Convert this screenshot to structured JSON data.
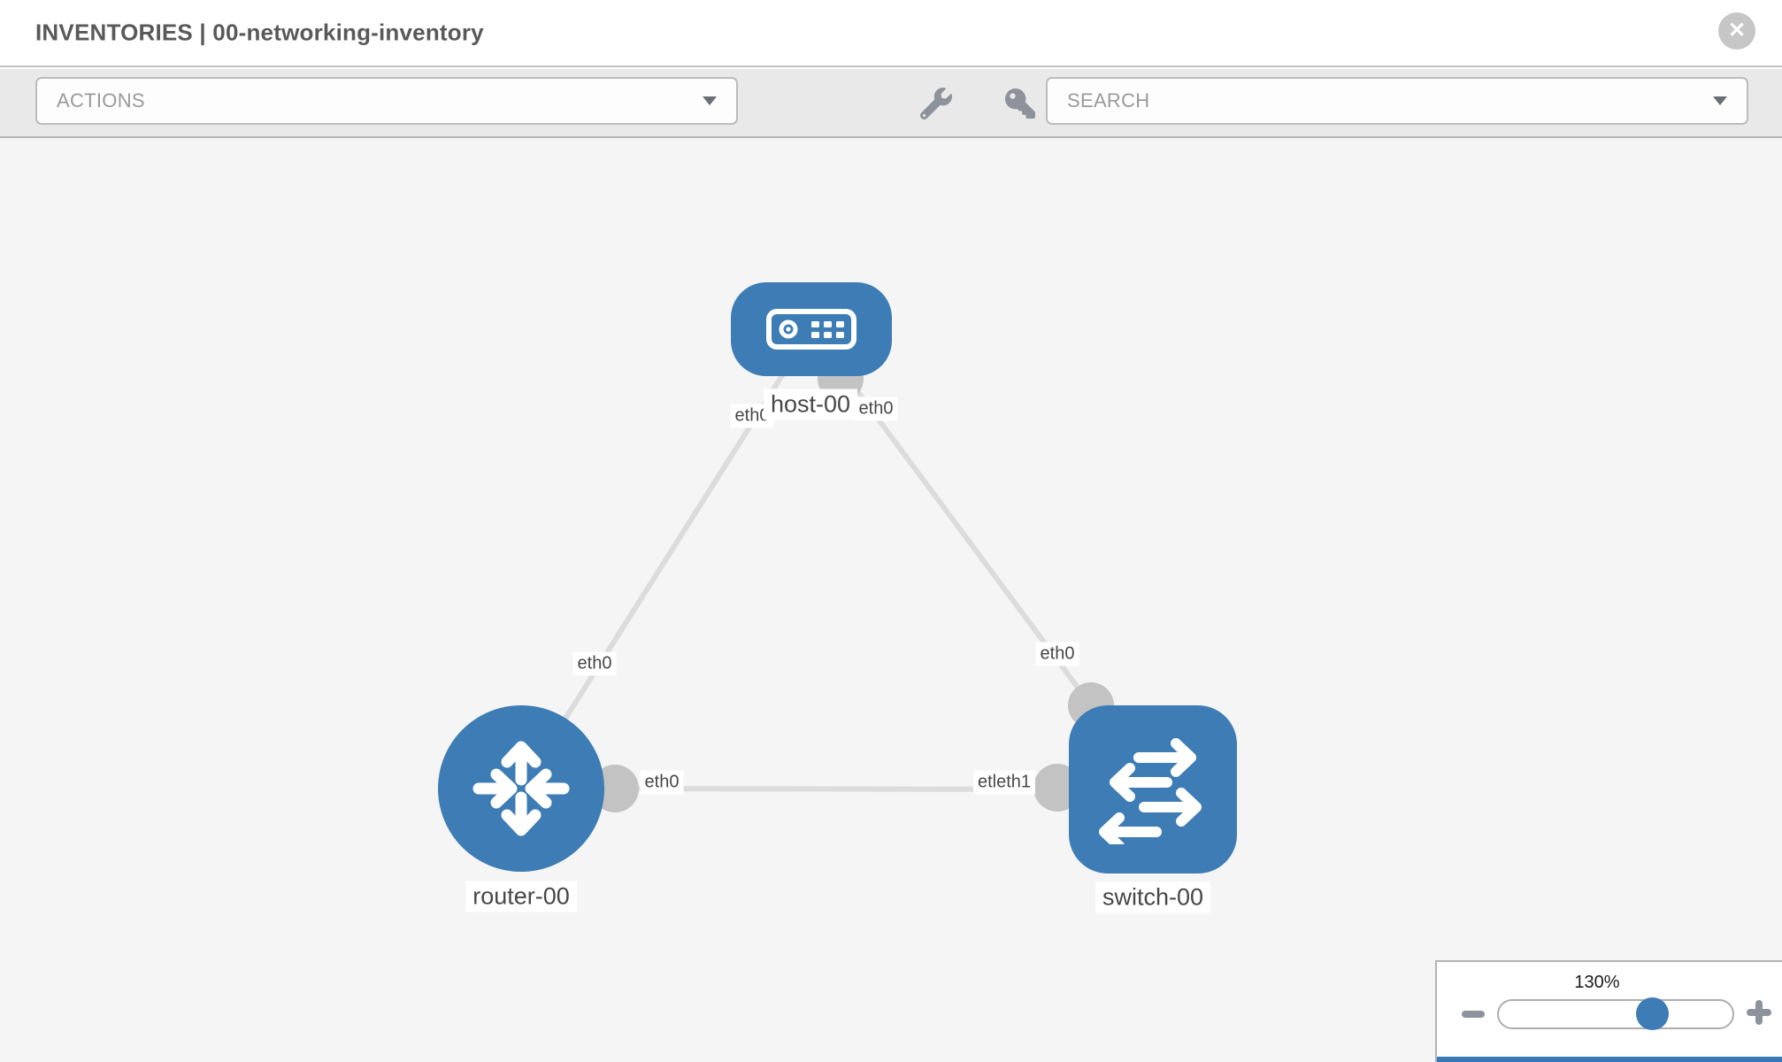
{
  "header": {
    "title": "INVENTORIES | 00-networking-inventory"
  },
  "toolbar": {
    "actions_label": "ACTIONS",
    "search_placeholder": "SEARCH",
    "icons": [
      "wrench-icon",
      "key-icon"
    ]
  },
  "topology": {
    "nodes": {
      "host": {
        "label": "host-00",
        "type": "host",
        "shape": "rounded-rect",
        "icon": "server-icon"
      },
      "router": {
        "label": "router-00",
        "type": "router",
        "shape": "circle",
        "icon": "router-arrows-icon"
      },
      "switch": {
        "label": "switch-00",
        "type": "switch",
        "shape": "rounded-square",
        "icon": "switch-arrows-icon"
      }
    },
    "links": [
      {
        "from": "host-00",
        "to": "router-00",
        "from_interface": "eth0",
        "to_interface": "eth0"
      },
      {
        "from": "host-00",
        "to": "switch-00",
        "from_interface": "eth0",
        "to_interface": "eth0"
      },
      {
        "from": "router-00",
        "to": "switch-00",
        "from_interface": "eth0",
        "to_interface": "eth1"
      }
    ],
    "interface_labels": {
      "host_left": "eth0",
      "host_right": "eth0",
      "router_top": "eth0",
      "router_right": "eth0",
      "switch_left": "etleth1",
      "switch_top": "eth0"
    }
  },
  "zoom_control": {
    "value": "130%"
  },
  "colors": {
    "accent_blue": "#3d7cb5",
    "link_gray": "#dcdcdc",
    "port_gray": "#c3c3c3",
    "toolbar_bg": "#e9e9e9",
    "canvas_bg": "#f5f5f5"
  }
}
